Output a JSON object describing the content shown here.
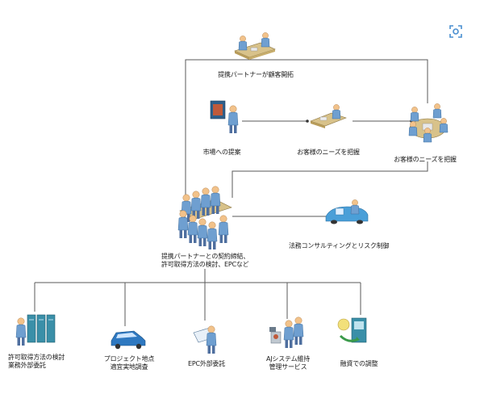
{
  "nodes": {
    "partner_sales": {
      "label": "提携パートナーが顧客開拓"
    },
    "market_proposal": {
      "label": "市場への提案"
    },
    "customer_needs_1": {
      "label": "お客様のニーズを把握"
    },
    "customer_needs_2": {
      "label": "お客様のニーズを把握"
    },
    "contract": {
      "label_line1": "提携パートナーとの契約締結、",
      "label_line2": "許可取得方法の検討、EPCなど"
    },
    "legal_consulting": {
      "label": "法務コンサルティングとリスク制御"
    },
    "permit": {
      "label_line1": "許可取得方法の検討",
      "label_line2": "業務外部委託"
    },
    "site_survey": {
      "label_line1": "プロジェクト地点",
      "label_line2": "適宜実地調査"
    },
    "epc": {
      "label": "EPC外部委託"
    },
    "system_maintenance": {
      "label_line1": "AJシステム維持",
      "label_line2": "管理サービス"
    },
    "financing": {
      "label": "融資での調整"
    }
  },
  "colors": {
    "line": "#5a5a5a",
    "person_head": "#f2c28a",
    "person_body": "#6f9fd0",
    "table": "#d8c28a",
    "server": "#3a8fa8",
    "car": "#2e78c0",
    "accent": "#4a9fd8"
  },
  "icons": {
    "settings": "settings-target-icon"
  }
}
